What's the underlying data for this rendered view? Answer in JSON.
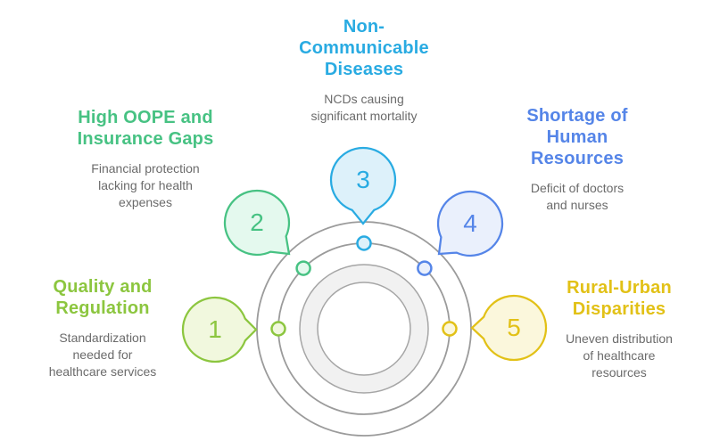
{
  "diagram": {
    "name": "healthcare-challenges-cycle",
    "background": "#ffffff",
    "ring_color": "#9b9b9b",
    "donut_fill": "#f1f1f1",
    "donut_edge_color": "#a6a6a6",
    "description_color": "#6b6b6b",
    "items": [
      {
        "number": "1",
        "title": "Quality and\nRegulation",
        "description": "Standardization\nneeded for\nhealthcare services",
        "color": "#8cc63f",
        "fill": "#f1f8de"
      },
      {
        "number": "2",
        "title": "High OOPE and\nInsurance Gaps",
        "description": "Financial protection\nlacking for health\nexpenses",
        "color": "#47c283",
        "fill": "#e4f9ee"
      },
      {
        "number": "3",
        "title": "Non-\nCommunicable\nDiseases",
        "description": "NCDs causing\nsignificant mortality",
        "color": "#29abe2",
        "fill": "#ddf1fa"
      },
      {
        "number": "4",
        "title": "Shortage of\nHuman\nResources",
        "description": "Deficit of doctors\nand nurses",
        "color": "#5585e8",
        "fill": "#eaf0fc"
      },
      {
        "number": "5",
        "title": "Rural-Urban\nDisparities",
        "description": "Uneven distribution\nof healthcare\nresources",
        "color": "#e2c117",
        "fill": "#fbf7dc"
      }
    ]
  }
}
